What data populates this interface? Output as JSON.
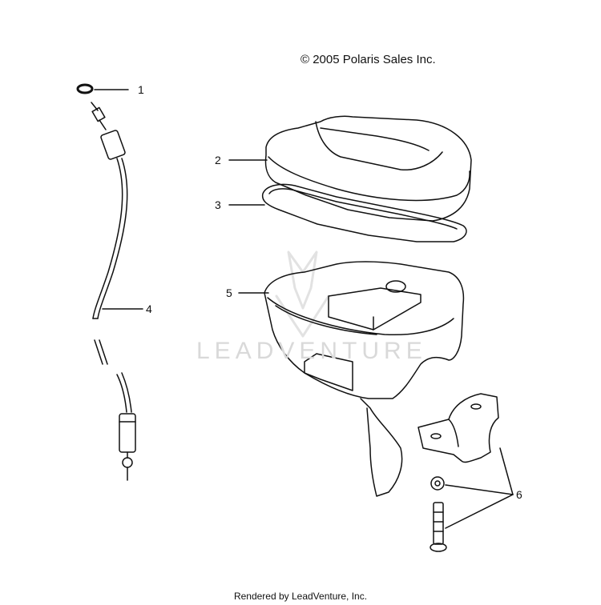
{
  "diagram": {
    "copyright": "© 2005 Polaris Sales Inc.",
    "footer": "Rendered by LeadVenture, Inc.",
    "watermark": "LEADVENTURE",
    "callouts": [
      {
        "id": "1",
        "label": "1"
      },
      {
        "id": "2",
        "label": "2"
      },
      {
        "id": "3",
        "label": "3"
      },
      {
        "id": "4",
        "label": "4"
      },
      {
        "id": "5",
        "label": "5"
      },
      {
        "id": "6",
        "label": "6"
      }
    ]
  }
}
